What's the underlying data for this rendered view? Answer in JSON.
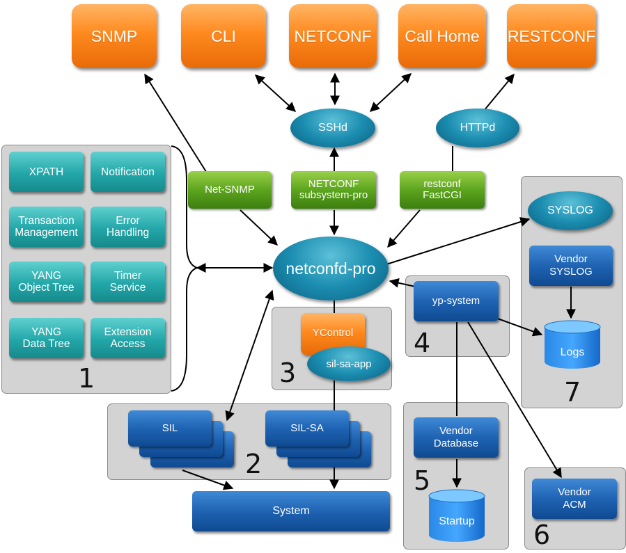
{
  "protocols": {
    "snmp": "SNMP",
    "cli": "CLI",
    "netconf": "NETCONF",
    "callhome": "Call Home",
    "restconf": "RESTCONF"
  },
  "daemons": {
    "sshd": "SSHd",
    "httpd": "HTTPd"
  },
  "adapters": {
    "net_snmp": "Net-SNMP",
    "netconf_subsystem": "NETCONF\nsubsystem-pro",
    "restconf_fastcgi": "restconf\nFastCGI"
  },
  "core": {
    "netconfd": "netconfd-pro"
  },
  "panel1": {
    "number": "1",
    "items": [
      "XPATH",
      "Notification",
      "Transaction\nManagement",
      "Error\nHandling",
      "YANG\nObject Tree",
      "Timer\nService",
      "YANG\nData Tree",
      "Extension\nAccess"
    ]
  },
  "panel2": {
    "number": "2",
    "sil": "SIL",
    "silsa": "SIL-SA"
  },
  "panel3": {
    "number": "3",
    "ycontrol": "YControl",
    "silsaapp": "sil-sa-app"
  },
  "panel4": {
    "number": "4",
    "ypsystem": "yp-system"
  },
  "panel5": {
    "number": "5",
    "vendor_db": "Vendor\nDatabase",
    "startup": "Startup"
  },
  "panel6": {
    "number": "6",
    "vendor_acm": "Vendor\nACM"
  },
  "panel7": {
    "number": "7",
    "syslog": "SYSLOG",
    "vendor_syslog": "Vendor\nSYSLOG",
    "logs": "Logs"
  },
  "system": "System"
}
